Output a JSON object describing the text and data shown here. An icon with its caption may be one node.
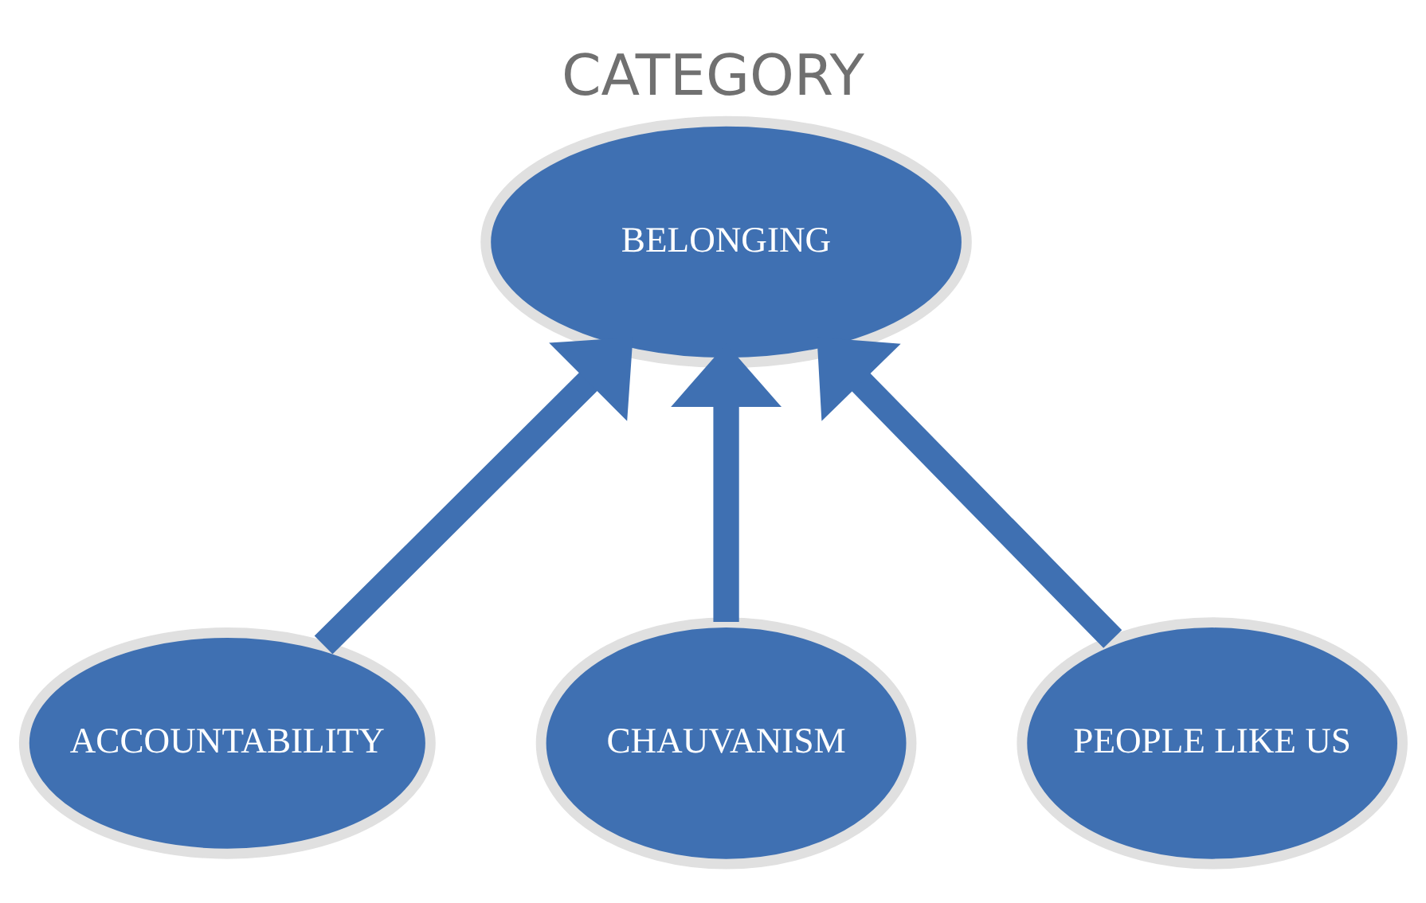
{
  "diagram": {
    "title": "CATEGORY",
    "nodes": [
      {
        "text": [
          "BELONGING"
        ]
      },
      {
        "text": [
          "ACCOUNTABILITY"
        ]
      },
      {
        "text": [
          "CHAUVANISM"
        ]
      },
      {
        "text": [
          "PEOPLE LIKE US"
        ]
      }
    ],
    "edges": [
      {
        "from": 1,
        "to": 0,
        "arrow": "to"
      },
      {
        "from": 2,
        "to": 0,
        "arrow": "to"
      },
      {
        "from": 3,
        "to": 0,
        "arrow": "to"
      }
    ]
  }
}
